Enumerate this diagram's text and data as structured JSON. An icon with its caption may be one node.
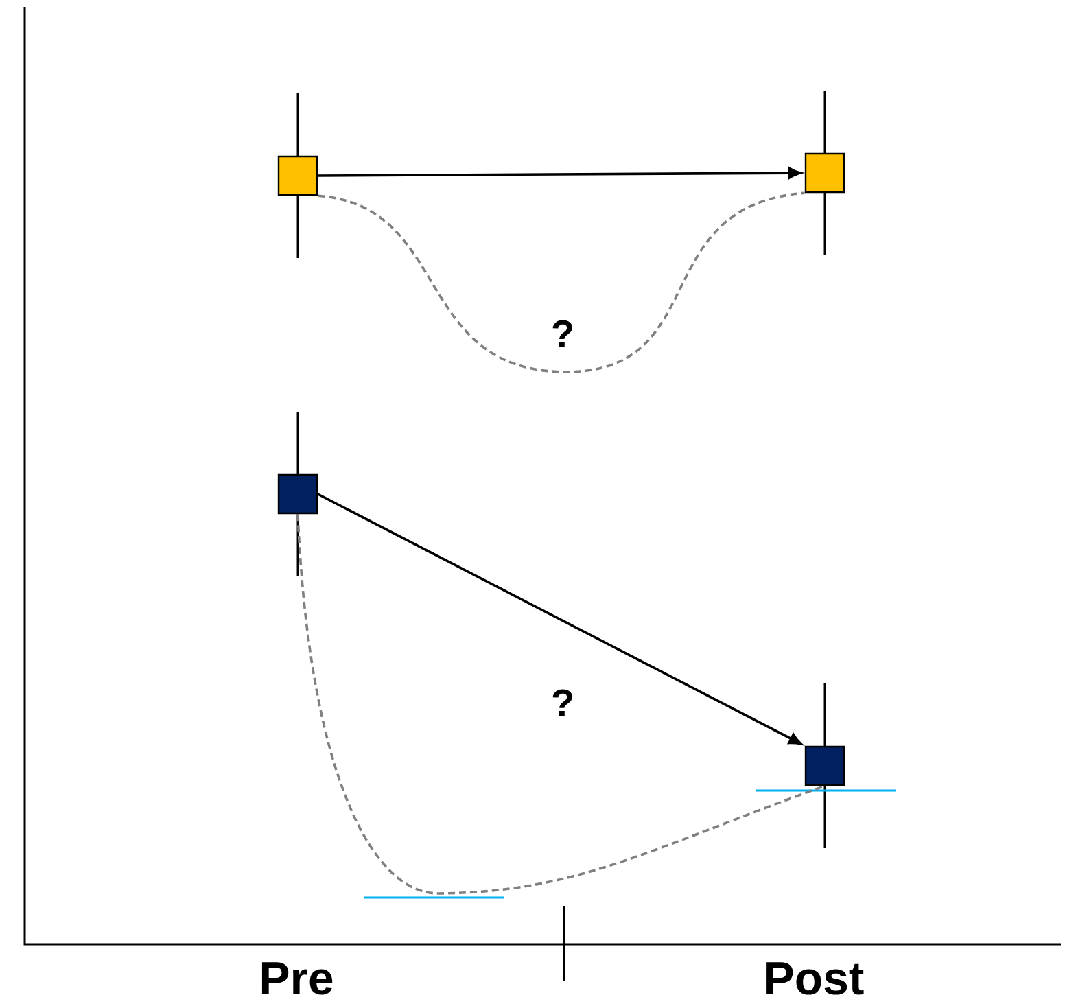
{
  "diagram": {
    "nodes": [
      {
        "text": [],
        "shape": "box"
      },
      {
        "text": [],
        "shape": "box"
      },
      {
        "text": [],
        "shape": "box"
      },
      {
        "text": [],
        "shape": "box"
      }
    ],
    "edges": [
      {
        "from": 0,
        "to": 1,
        "arrow": "to"
      },
      {
        "from": 0,
        "to": 1,
        "arrow": "none",
        "style": "dashed",
        "color": "#808080"
      },
      {
        "from": 2,
        "to": 3,
        "arrow": "to"
      },
      {
        "from": 2,
        "to": 3,
        "arrow": "none",
        "style": "dashed",
        "color": "#808080"
      }
    ],
    "labels": [
      "?",
      "?",
      "Pre",
      "Post"
    ]
  }
}
